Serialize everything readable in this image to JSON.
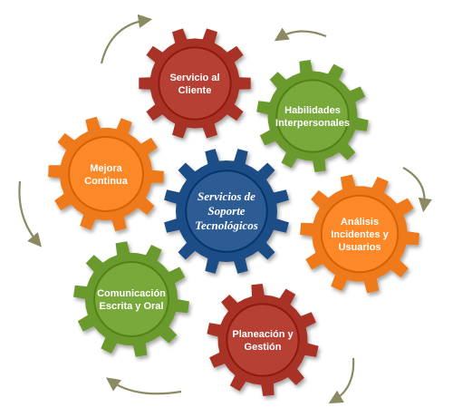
{
  "center": {
    "lines": [
      "Servicios de",
      "Soporte",
      "Tecnológicos"
    ],
    "color": "#1f4d86"
  },
  "gears": [
    {
      "id": "servicio-al-cliente",
      "lines": [
        "Servicio al",
        "Cliente"
      ],
      "color": "#a93226"
    },
    {
      "id": "habilidades-interpersonales",
      "lines": [
        "Habilidades",
        "Interpersonales"
      ],
      "color": "#6b9a2d"
    },
    {
      "id": "analisis-incidentes-usuarios",
      "lines": [
        "Análisis",
        "Incidentes y",
        "Usuarios"
      ],
      "color": "#ee7a1a"
    },
    {
      "id": "planeacion-gestion",
      "lines": [
        "Planeación y",
        "Gestión"
      ],
      "color": "#a93226"
    },
    {
      "id": "comunicacion-escrita-oral",
      "lines": [
        "Comunicación",
        "Escrita y Oral"
      ],
      "color": "#6b9a2d"
    },
    {
      "id": "mejora-continua",
      "lines": [
        "Mejora",
        "Continua"
      ],
      "color": "#ee7a1a"
    }
  ],
  "arrow_color": "#8b8a62"
}
